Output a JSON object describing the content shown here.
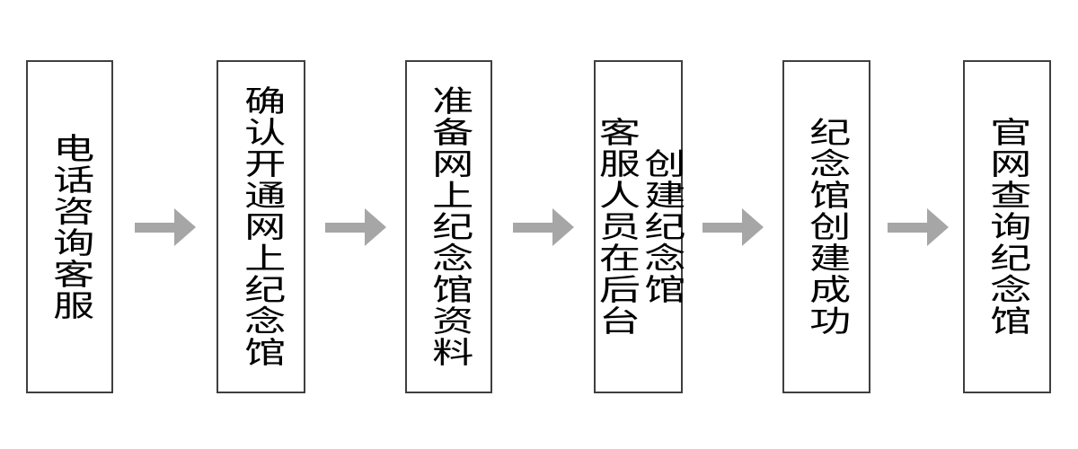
{
  "colors": {
    "background": "#ffffff",
    "box_border": "#3f3f3f",
    "box_fill": "#ffffff",
    "text": "#000000",
    "arrow": "#a6a6a6"
  },
  "flowchart": {
    "type": "flowchart",
    "direction": "left-to-right",
    "connector": "arrow-right",
    "steps": [
      {
        "label": "电话咨询客服"
      },
      {
        "label": "确认开通网上纪念馆"
      },
      {
        "label": "准备网上纪念馆资料"
      },
      {
        "label": "客服人员在后台\n创建纪念馆"
      },
      {
        "label": "纪念馆创建成功"
      },
      {
        "label": "官网查询纪念馆"
      }
    ]
  }
}
